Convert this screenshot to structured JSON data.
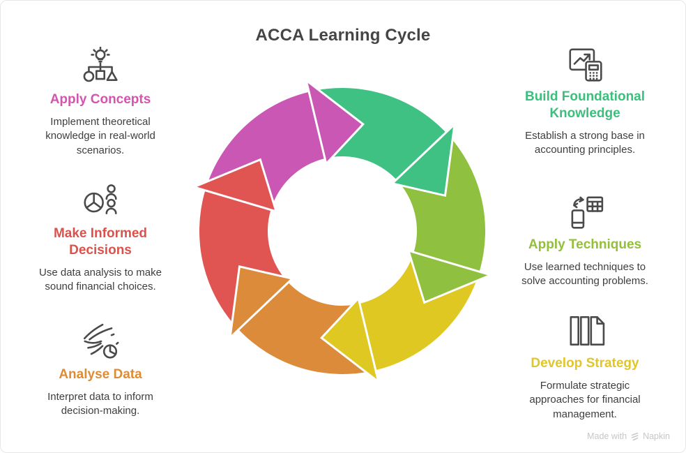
{
  "title": "ACCA Learning Cycle",
  "cycle": {
    "direction": "clockwise",
    "segments": [
      {
        "name": "magenta",
        "color": "#C957B3"
      },
      {
        "name": "green",
        "color": "#3FC184"
      },
      {
        "name": "lime",
        "color": "#8FC03F"
      },
      {
        "name": "yellow",
        "color": "#DFC822"
      },
      {
        "name": "orange",
        "color": "#DC8B3B"
      },
      {
        "name": "red",
        "color": "#E05551"
      }
    ]
  },
  "sections": {
    "left": [
      {
        "title": "Apply Concepts",
        "description": "Implement theoretical knowledge in real-world scenarios.",
        "color": "#D355AE",
        "icon": "lightbulb-org-chart"
      },
      {
        "title": "Make Informed Decisions",
        "description": "Use data analysis to make sound financial choices.",
        "color": "#D9534C",
        "icon": "pie-chart-people"
      },
      {
        "title": "Analyse Data",
        "description": "Interpret data to inform decision-making.",
        "color": "#DE8C33",
        "icon": "data-flow-clock"
      }
    ],
    "right": [
      {
        "title": "Build Foundational Knowledge",
        "description": "Establish a strong base in accounting principles.",
        "color": "#3DBE7D",
        "icon": "chart-calculator"
      },
      {
        "title": "Apply Techniques",
        "description": "Use learned techniques to solve accounting problems.",
        "color": "#93BF3A",
        "icon": "phone-spreadsheet"
      },
      {
        "title": "Develop Strategy",
        "description": "Formulate strategic approaches for financial management.",
        "color": "#E1C62B",
        "icon": "books"
      }
    ]
  },
  "footer": {
    "made_with": "Made with",
    "brand": "Napkin"
  }
}
